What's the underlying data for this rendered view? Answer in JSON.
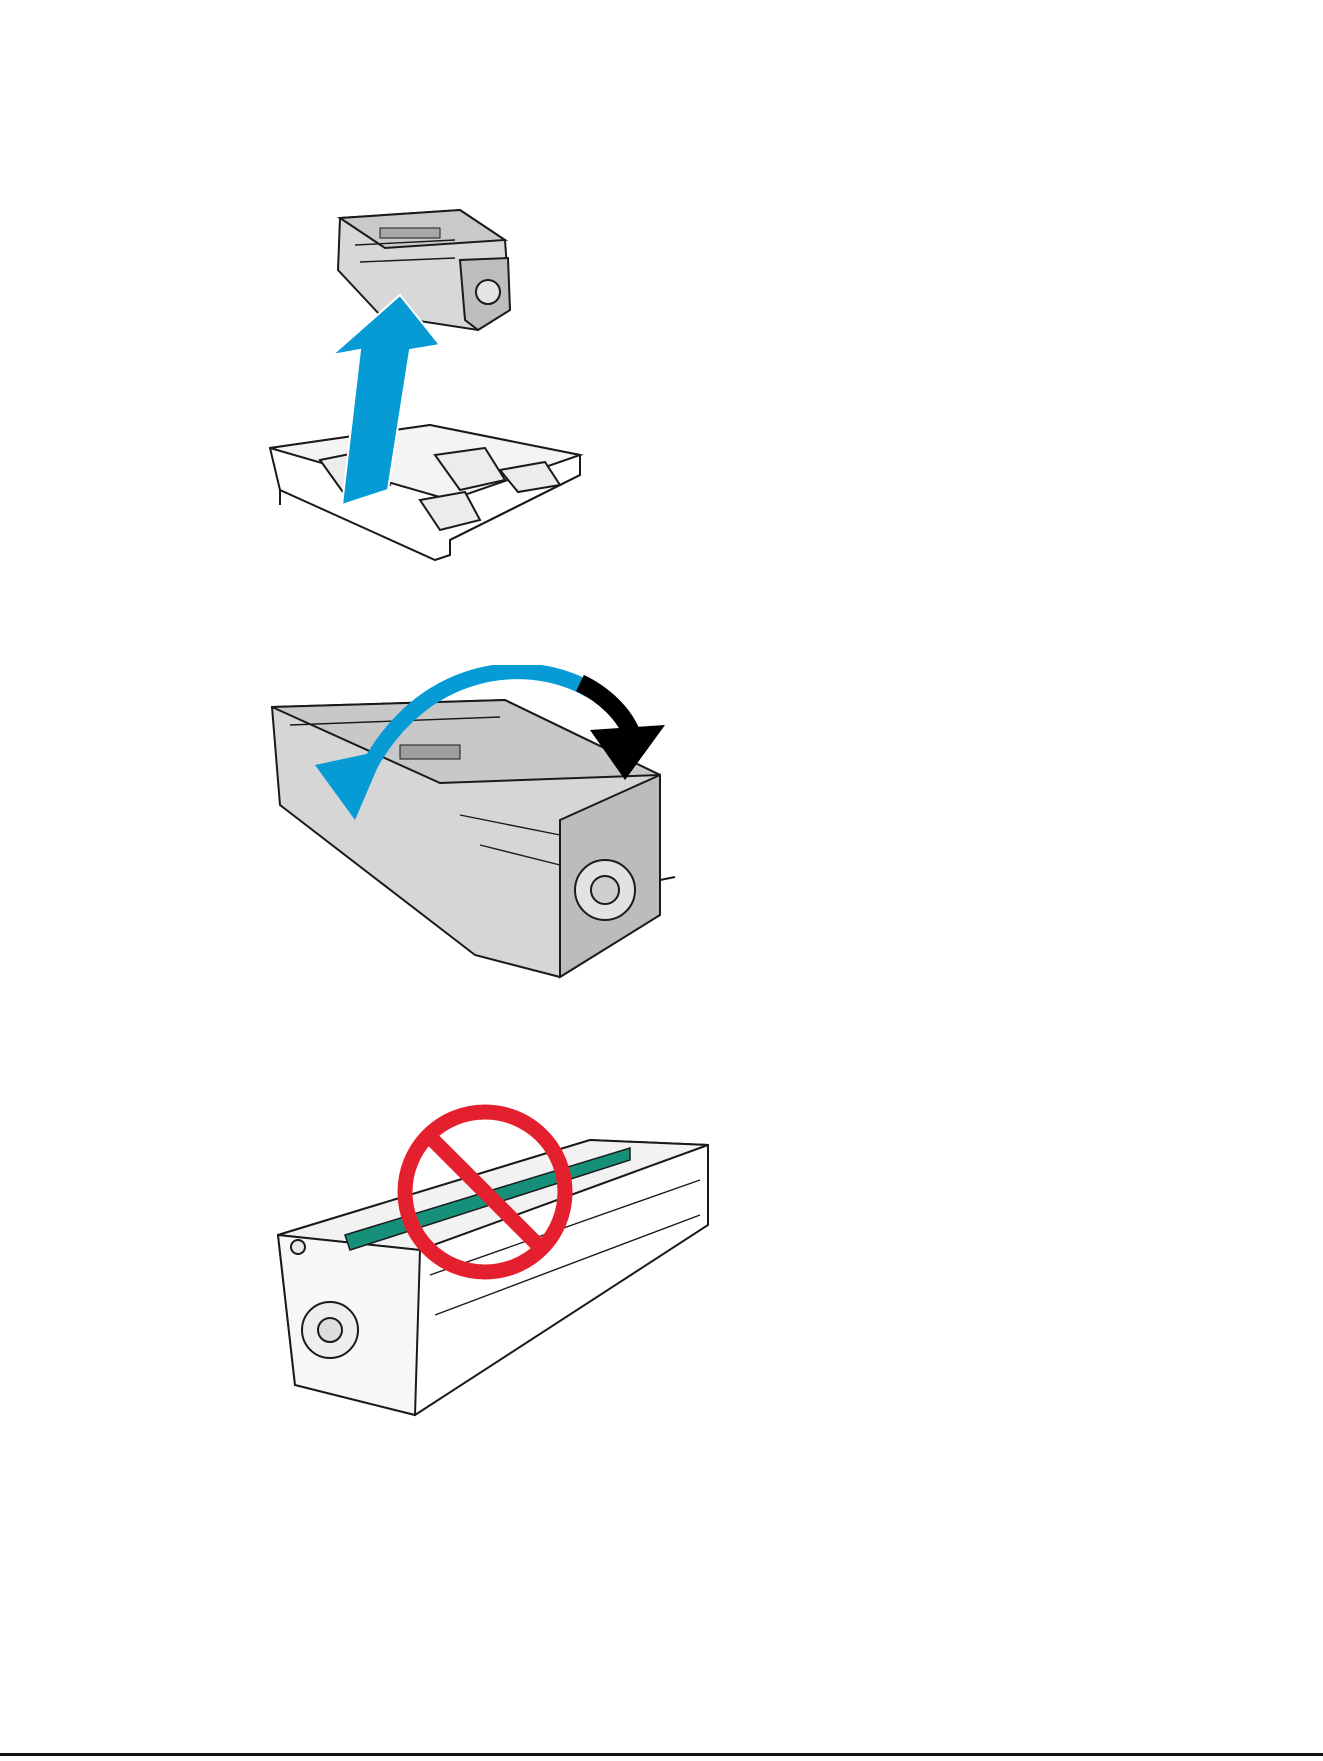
{
  "page": {
    "figures": [
      {
        "name": "remove-cartridge-from-packaging",
        "arrow_color": "#079BD6"
      },
      {
        "name": "rotate-cartridge",
        "arrow_colors": [
          "#079BD6",
          "#000000"
        ]
      },
      {
        "name": "do-not-touch-imaging-drum",
        "warning_color": "#E5202E",
        "drum_color": "#17907A"
      }
    ]
  }
}
